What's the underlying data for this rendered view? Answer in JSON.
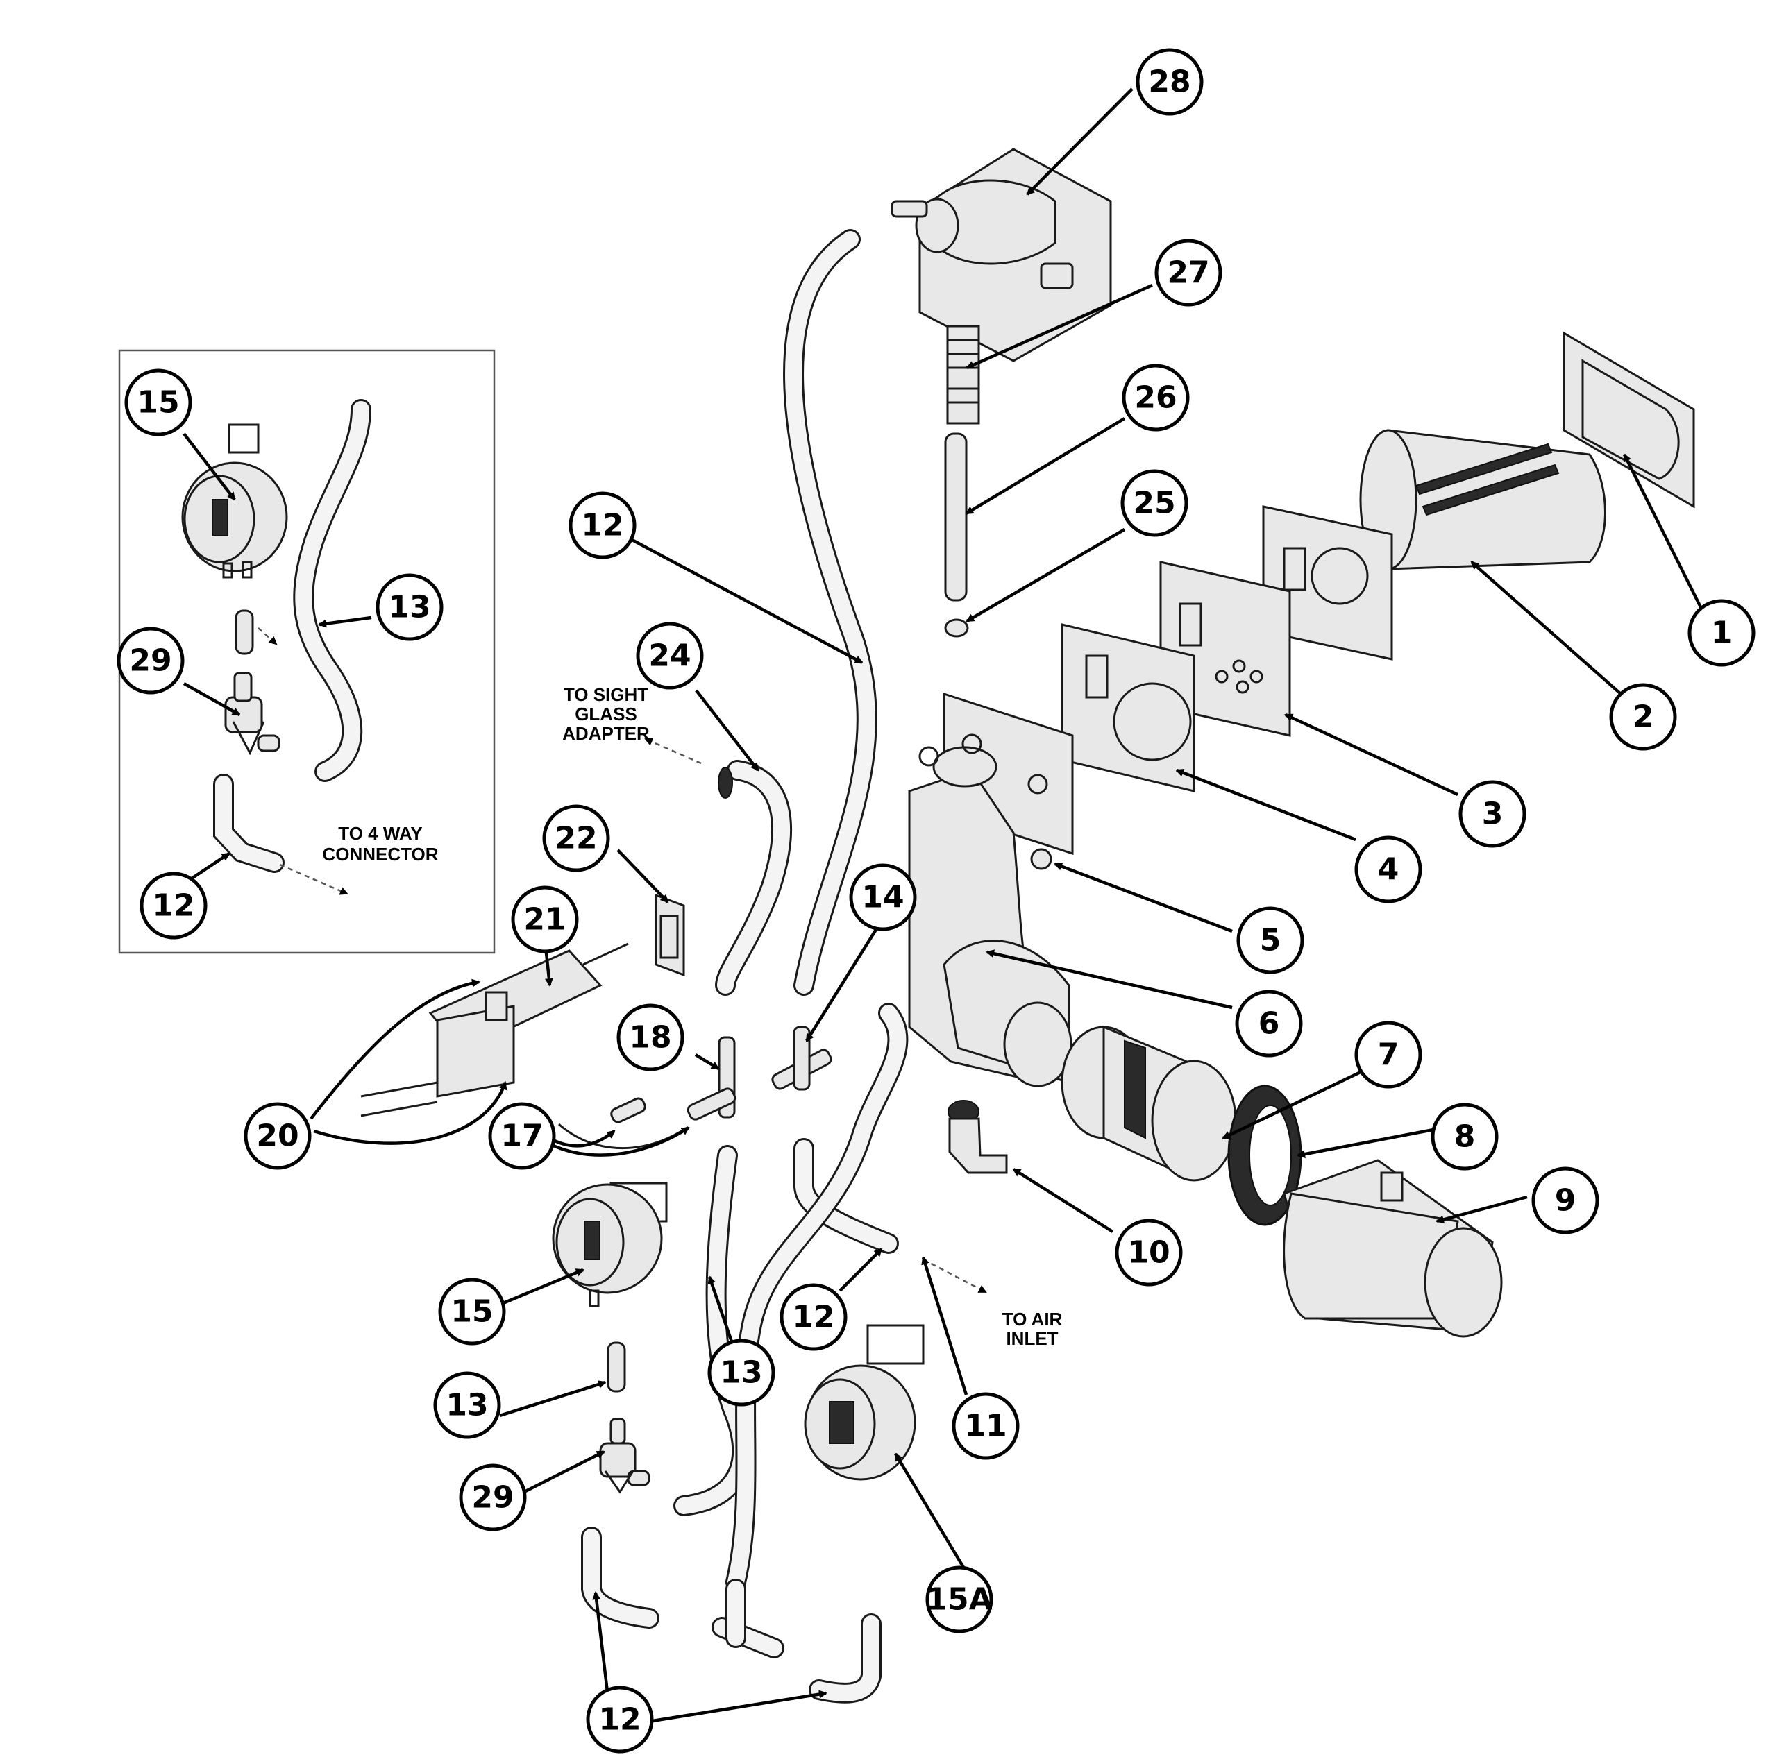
{
  "callouts": {
    "c1": "1",
    "c2": "2",
    "c3": "3",
    "c4": "4",
    "c5": "5",
    "c6": "6",
    "c7": "7",
    "c8": "8",
    "c9": "9",
    "c10": "10",
    "c11": "11",
    "c12_top": "12",
    "c12_inset": "12",
    "c12_mid": "12",
    "c12_bottom": "12",
    "c13_inset": "13",
    "c13_mid": "13",
    "c13_low": "13",
    "c14": "14",
    "c15_inset": "15",
    "c15_low": "15",
    "c15a": "15A",
    "c17": "17",
    "c18": "18",
    "c20": "20",
    "c21": "21",
    "c22": "22",
    "c24": "24",
    "c25": "25",
    "c26": "26",
    "c27": "27",
    "c28": "28",
    "c29_inset": "29",
    "c29_low": "29"
  },
  "notes": {
    "sight_glass_line1": "TO SIGHT",
    "sight_glass_line2": "GLASS",
    "sight_glass_line3": "ADAPTER",
    "four_way_line1": "TO 4 WAY",
    "four_way_line2": "CONNECTOR",
    "air_inlet_line1": "TO AIR",
    "air_inlet_line2": "INLET"
  }
}
